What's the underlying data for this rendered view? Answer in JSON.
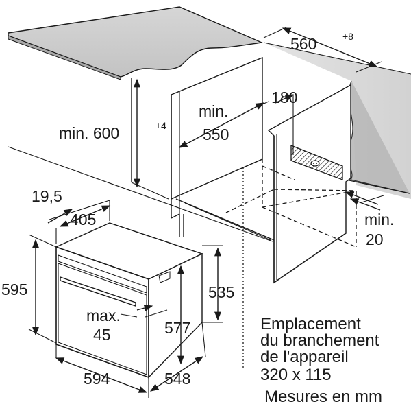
{
  "dimensions": {
    "niche_width": "560",
    "niche_width_tol": "+8",
    "niche_height": "min. 600",
    "niche_height_tol": "+4",
    "cabinet_depth_line1": "min.",
    "cabinet_depth_line2": "550",
    "socket_offset": "180",
    "rear_gap_line1": "min.",
    "rear_gap_line2": "20",
    "front_offset": "19,5",
    "appliance_top_depth": "405",
    "appliance_height": "595",
    "body_height": "535",
    "door_gap_line1": "max.",
    "door_gap_line2": "45",
    "body_inner_height": "577",
    "appliance_width": "594",
    "appliance_depth": "548"
  },
  "notes": {
    "socket_line1": "Emplacement",
    "socket_line2": "du branchement",
    "socket_line3": "de l'appareil",
    "socket_line4": "320 x 115",
    "units": "Mesures en mm"
  }
}
